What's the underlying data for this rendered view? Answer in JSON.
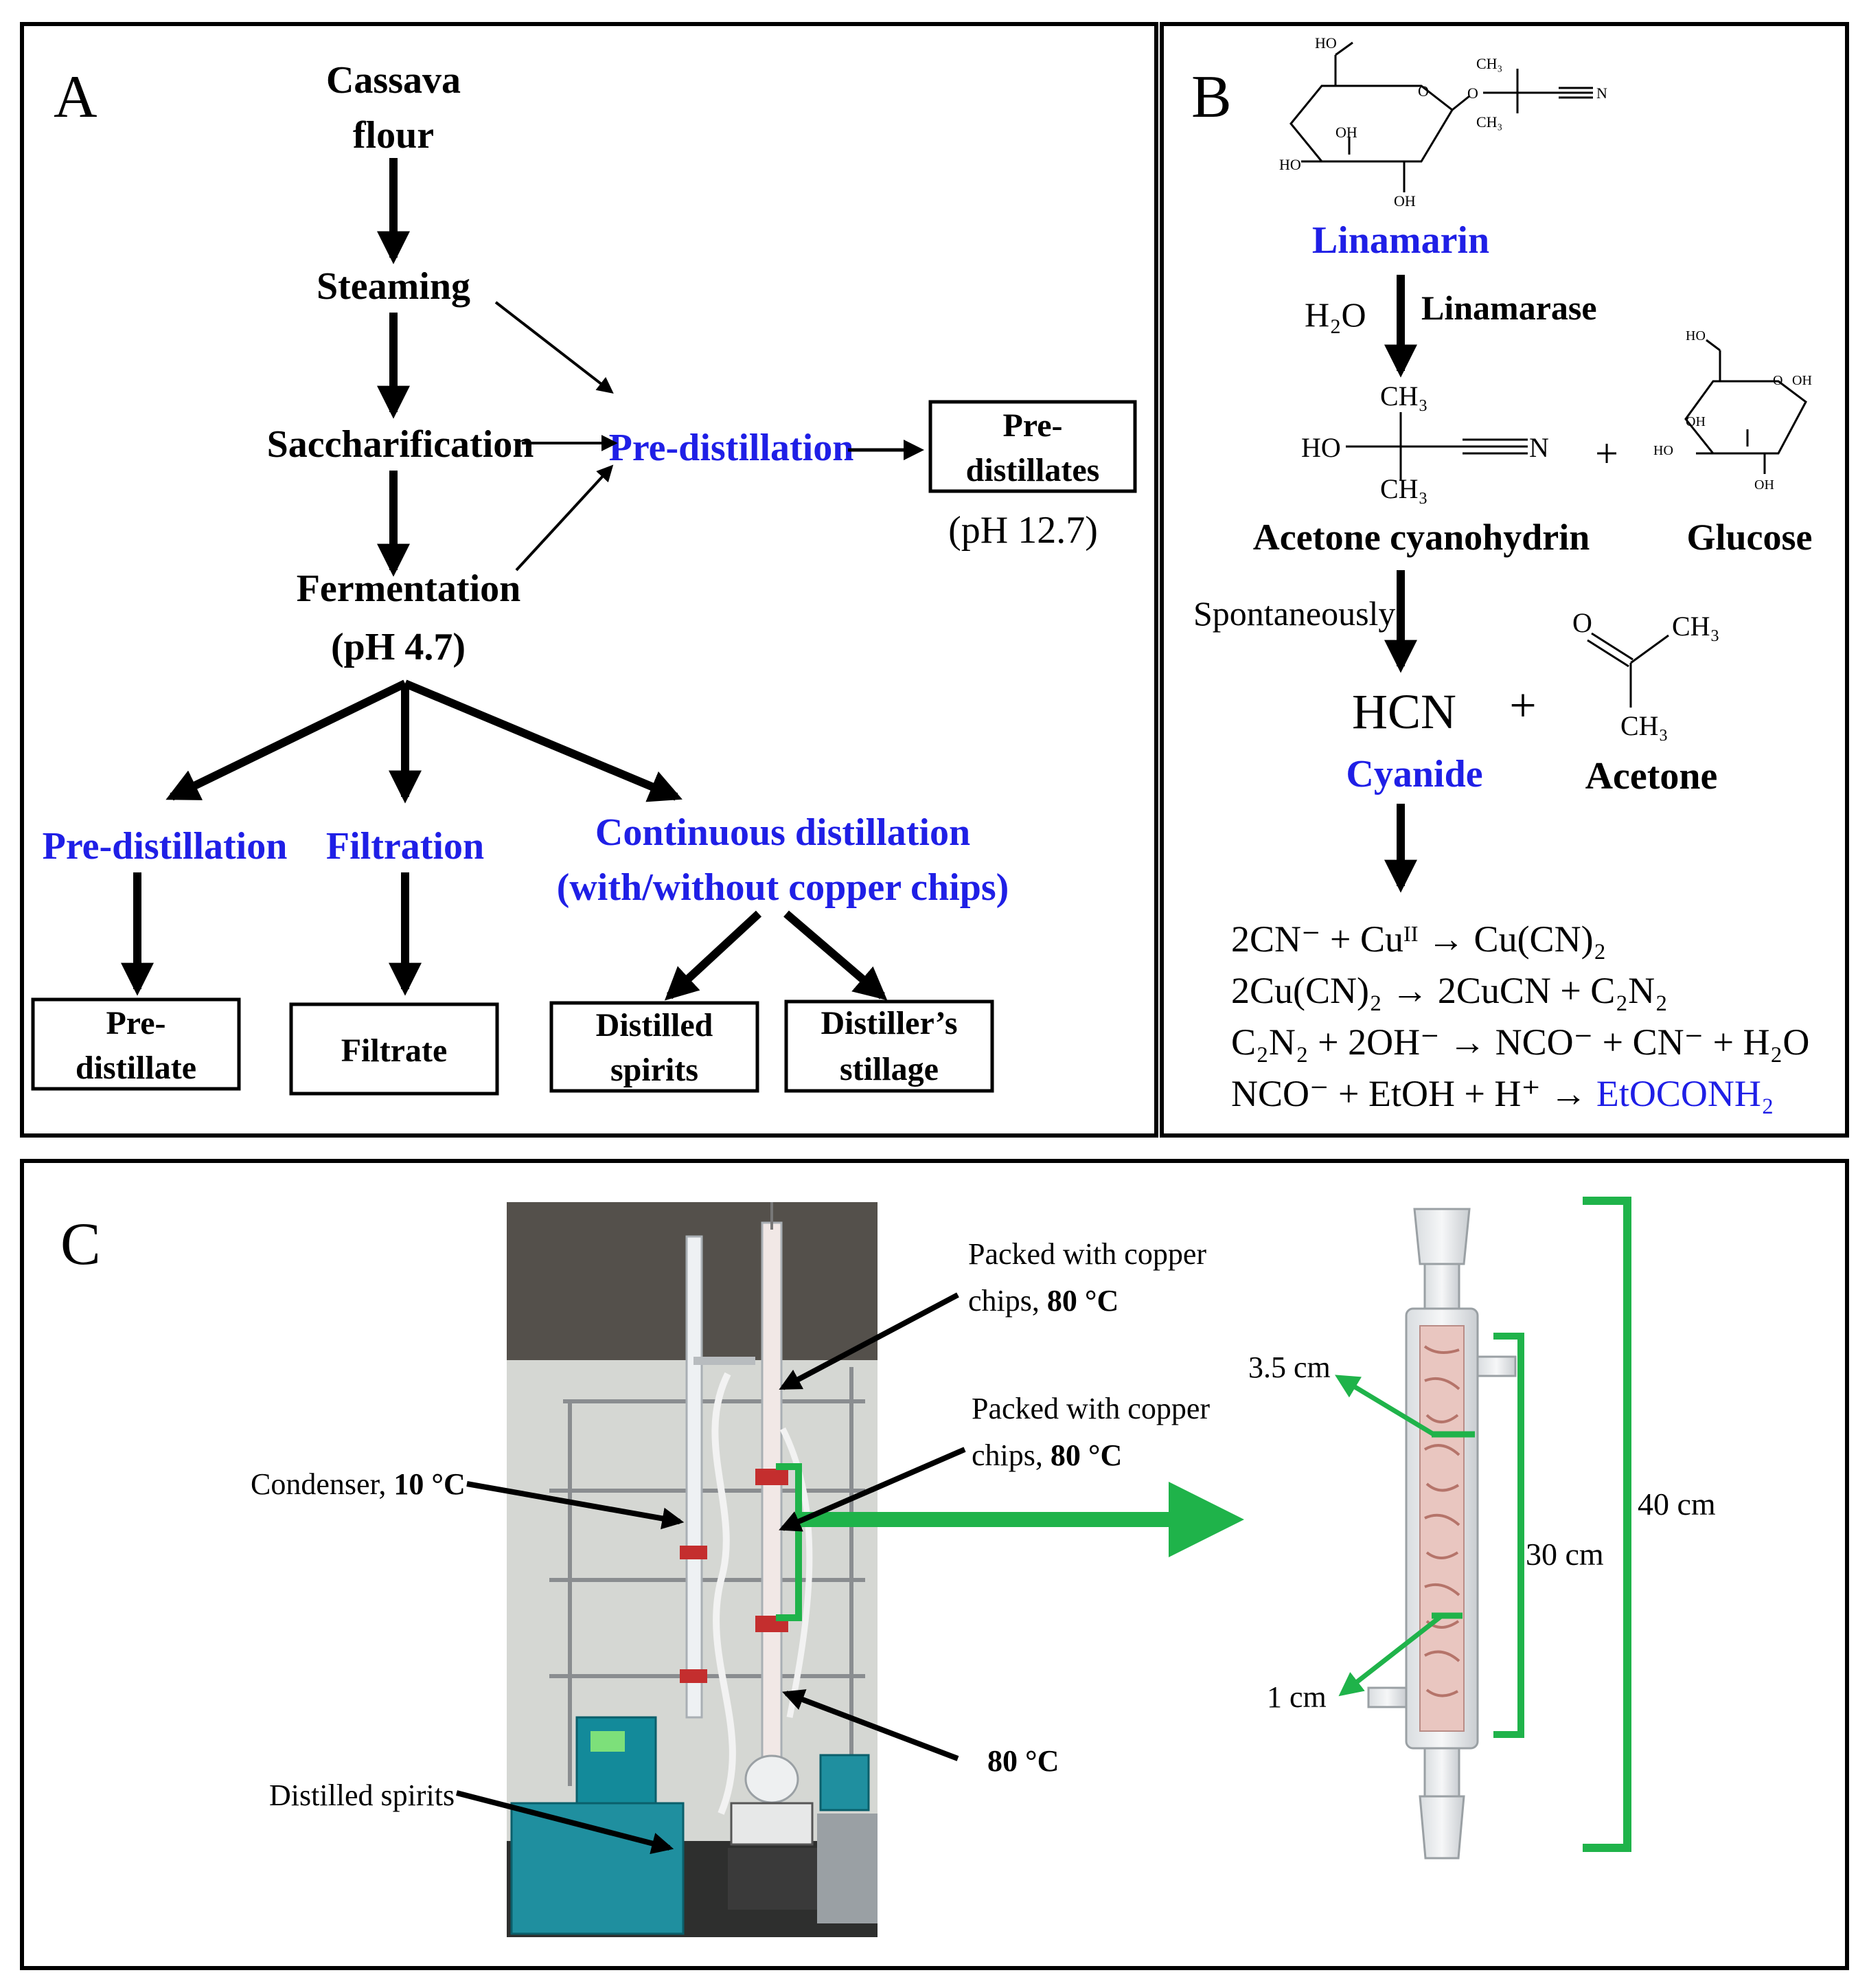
{
  "panel_a": {
    "letter": "A",
    "cassava_1": "Cassava",
    "cassava_2": "flour",
    "steaming": "Steaming",
    "saccharification": "Saccharification",
    "fermentation": "Fermentation",
    "fermentation_ph": "(pH 4.7)",
    "predistillation_center": "Pre-distillation",
    "predistillates_1": "Pre-",
    "predistillates_2": "distillates",
    "predistillates_ph": "(pH 12.7)",
    "predistillation_left": "Pre-distillation",
    "filtration": "Filtration",
    "continuous_1": "Continuous distillation",
    "continuous_2": "(with/without copper chips)",
    "box_predistillate_1": "Pre-",
    "box_predistillate_2": "distillate",
    "box_filtrate": "Filtrate",
    "box_spirits_1": "Distilled",
    "box_spirits_2": "spirits",
    "box_stillage_1": "Distiller’s",
    "box_stillage_2": "stillage"
  },
  "panel_b": {
    "letter": "B",
    "linamarin": "Linamarin",
    "h2o": "H₂O",
    "linamarase": "Linamarase",
    "acetone_cyanohydrin": "Acetone cyanohydrin",
    "glucose": "Glucose",
    "spontaneously": "Spontaneously",
    "hcn": "HCN",
    "plus": "+",
    "cyanide": "Cyanide",
    "acetone": "Acetone",
    "eq1": "2CN⁻ + Cuᴵᴵ → Cu(CN)₂",
    "eq2": "2Cu(CN)₂ → 2CuCN + C₂N₂",
    "eq3": "C₂N₂ + 2OH⁻ → NCO⁻ + CN⁻ + H₂O",
    "eq4_prefix": "NCO⁻ + EtOH + H⁺ → ",
    "eq4_product": "EtOCONH₂"
  },
  "panel_c": {
    "letter": "C",
    "packed_1_line1": "Packed with copper",
    "packed_1_line2": "chips, ",
    "packed_1_temp": "80 °C",
    "packed_2_line1": "Packed with copper",
    "packed_2_line2": "chips, ",
    "packed_2_temp": "80 °C",
    "condenser": "Condenser, ",
    "condenser_temp": "10 °C",
    "heater_temp": "80 °C",
    "distilled_spirits": "Distilled spirits",
    "dim_35": "3.5 cm",
    "dim_1": "1 cm",
    "dim_30": "30 cm",
    "dim_40": "40 cm"
  },
  "colors": {
    "process_blue": "#1f1fe6",
    "bracket_green": "#1fb34a"
  }
}
